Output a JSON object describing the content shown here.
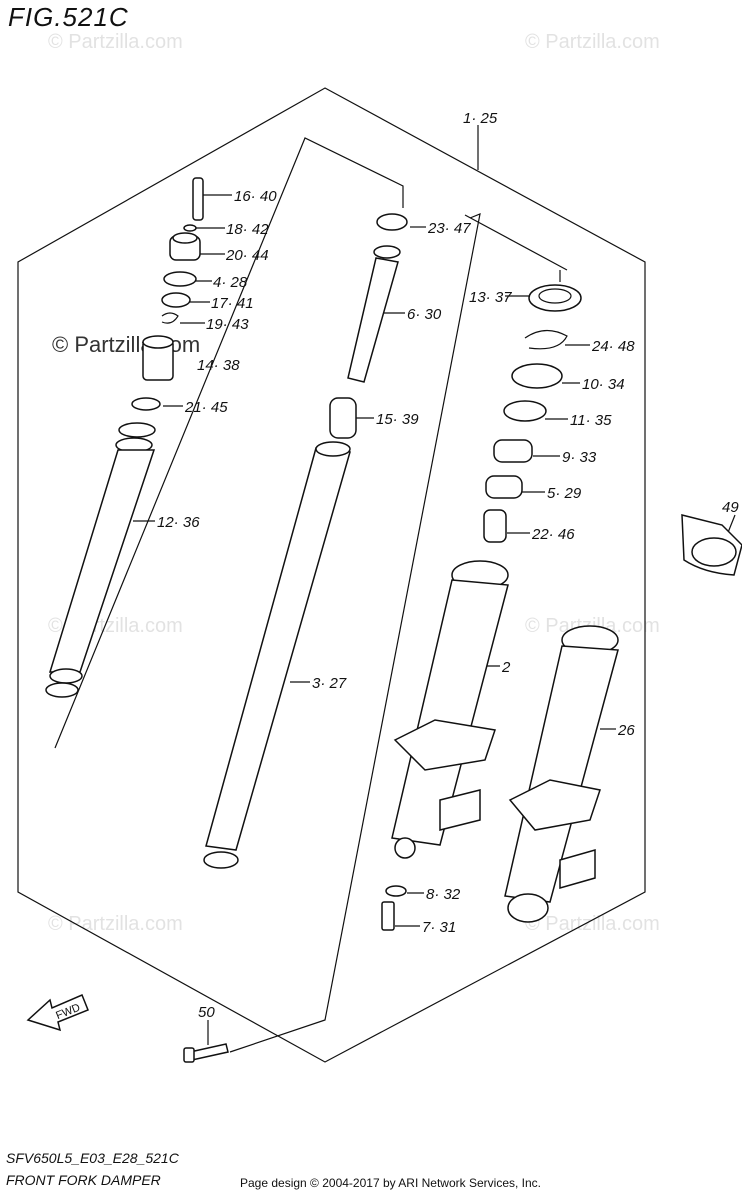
{
  "figure_title": "FIG.521C",
  "model_code": "SFV650L5_E03_E28_521C",
  "diagram_name": "FRONT FORK DAMPER",
  "credit": "Page design © 2004-2017 by ARI Network Services, Inc.",
  "watermark": "© Partzilla.com",
  "fwd_label": "FWD",
  "labels": [
    "1· 25",
    "16· 40",
    "18· 42",
    "20· 44",
    "4· 28",
    "17· 41",
    "19· 43",
    "14· 38",
    "21· 45",
    "12· 36",
    "23· 47",
    "6· 30",
    "15· 39",
    "3· 27",
    "13· 37",
    "24· 48",
    "10· 34",
    "11· 35",
    "9· 33",
    "5· 29",
    "22· 46",
    "2",
    "26",
    "49",
    "8· 32",
    "7· 31",
    "50"
  ]
}
